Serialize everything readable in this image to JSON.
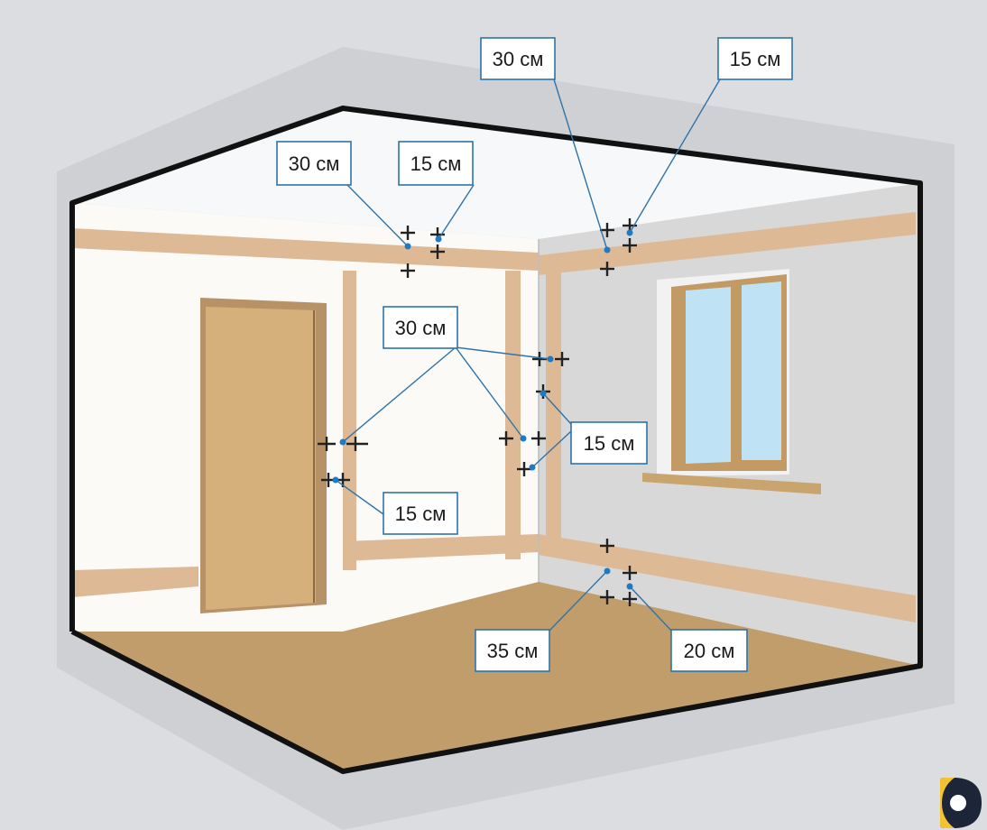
{
  "labels": {
    "ceiling_left_30": "30 см",
    "ceiling_left_15": "15 см",
    "ceiling_right_30": "30 см",
    "ceiling_right_15": "15 см",
    "corner_30": "30 см",
    "corner_15": "15 см",
    "door_15": "15 см",
    "floor_35": "35 см",
    "floor_20": "20 см"
  },
  "colors": {
    "background": "#dcdde0",
    "ceiling": "#f7f8fa",
    "left_wall": "#fbfaf6",
    "right_wall": "#d6d6d6",
    "floor": "#c19d6b",
    "channel": "#deb996",
    "door": "#d6b07a",
    "leader": "#2f73a8"
  },
  "icons": {
    "logo": "logo-icon"
  }
}
